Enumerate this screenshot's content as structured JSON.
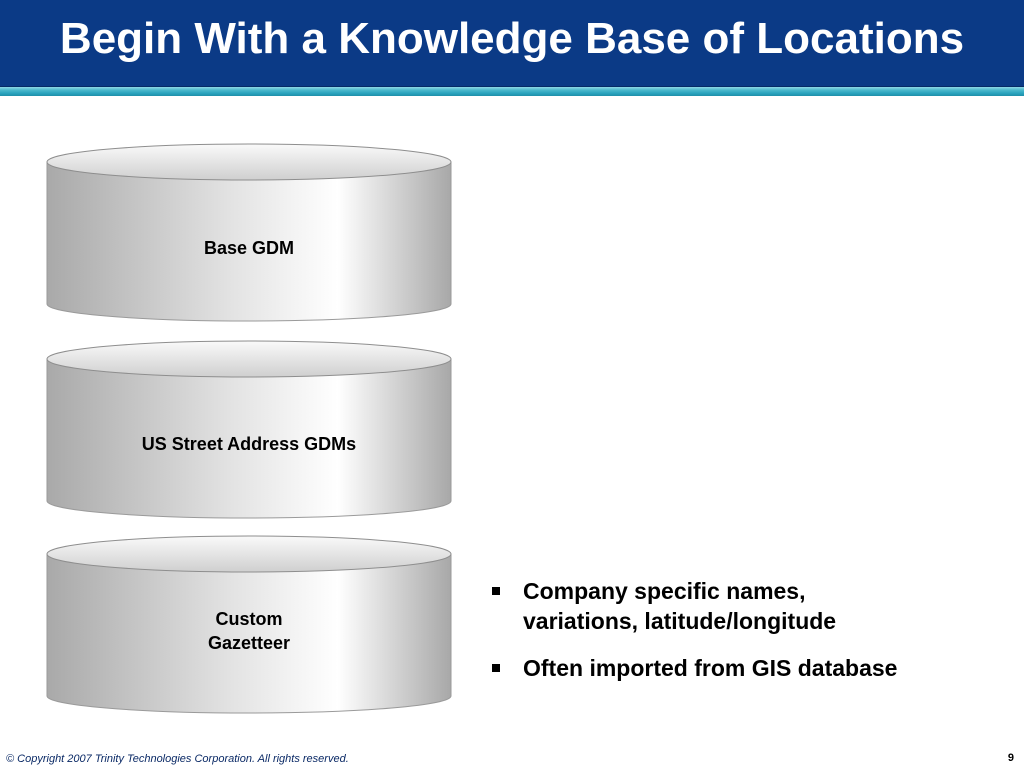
{
  "slide": {
    "title": "Begin With a Knowledge Base of Locations",
    "colors": {
      "title_bar": "#0b3a86",
      "accent_rule": "#2aa3bd",
      "cylinder_light": "#f6f6f6",
      "cylinder_dark": "#a4a4a4"
    }
  },
  "diagram": {
    "cylinders": [
      {
        "label_lines": [
          "Base GDM"
        ]
      },
      {
        "label_lines": [
          "US Street Address GDMs"
        ]
      },
      {
        "label_lines": [
          "Custom",
          "Gazetteer"
        ]
      }
    ]
  },
  "bullets": [
    {
      "lines": [
        "Company specific names,",
        "variations, latitude/longitude"
      ]
    },
    {
      "lines": [
        "Often imported from GIS database"
      ]
    }
  ],
  "footer": {
    "copyright": "© Copyright 2007 Trinity Technologies Corporation. All rights reserved.",
    "page_number": "9"
  }
}
